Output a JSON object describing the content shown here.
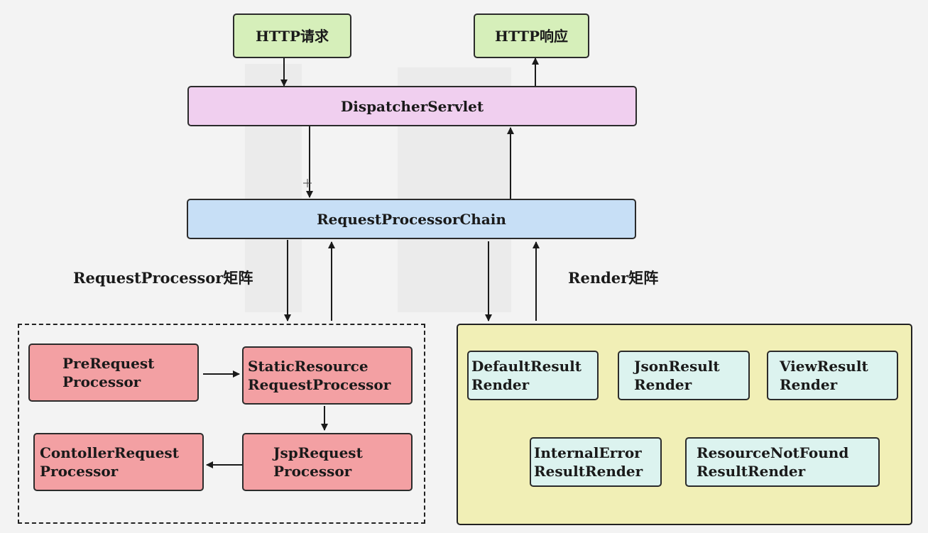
{
  "nodes": {
    "http_request": "HTTP请求",
    "http_response": "HTTP响应",
    "dispatcher_servlet": "DispatcherServlet",
    "request_processor_chain": "RequestProcessorChain",
    "pre_request_processor": [
      "PreRequest",
      "Processor"
    ],
    "static_resource_request_processor": [
      "StaticResource",
      "RequestProcessor"
    ],
    "controller_request_processor": [
      "ContollerRequest",
      "Processor"
    ],
    "jsp_request_processor": [
      "JspRequest",
      "Processor"
    ],
    "default_result_render": [
      "DefaultResult",
      "Render"
    ],
    "json_result_render": [
      "JsonResult",
      "Render"
    ],
    "view_result_render": [
      "ViewResult",
      "Render"
    ],
    "internal_error_result_render": [
      "InternalError",
      "ResultRender"
    ],
    "resource_not_found_result_render": [
      "ResourceNotFound",
      "ResultRender"
    ]
  },
  "labels": {
    "request_processor_matrix": "RequestProcessor矩阵",
    "render_matrix": "Render矩阵"
  },
  "colors": {
    "http": "#d6efba",
    "dispatcher": "#f0cfef",
    "chain": "#c7dff6",
    "processor": "#f3a0a3",
    "render": "#dcf3ef",
    "render_group": "#f1efb6"
  }
}
